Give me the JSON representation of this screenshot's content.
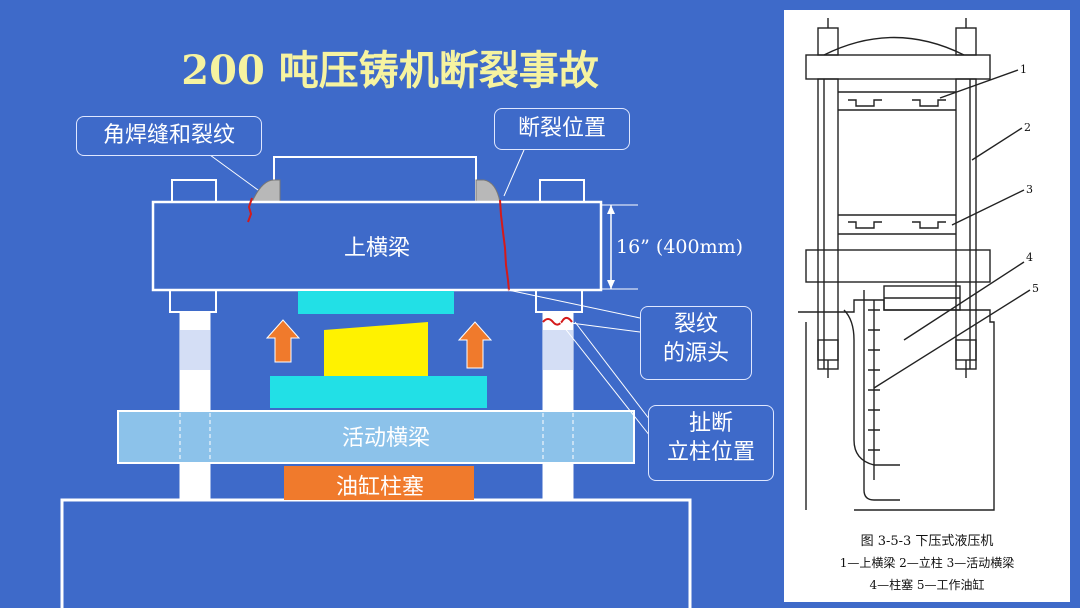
{
  "slide": {
    "title": "200 吨压铸机断裂事故",
    "background": "#3e6ac9"
  },
  "callouts": {
    "fillet_weld": "角焊缝和裂纹",
    "fracture_location": "断裂位置",
    "crack_origin_line1": "裂纹",
    "crack_origin_line2": "的源头",
    "column_break_line1": "扯断",
    "column_break_line2": "立柱位置"
  },
  "diagram": {
    "upper_beam": "上横梁",
    "thickness": "16” (400mm)",
    "moving_beam": "活动横梁",
    "cylinder_plunger": "油缸柱塞"
  },
  "figure": {
    "labels": [
      "1",
      "2",
      "3",
      "4",
      "5"
    ],
    "caption_title": "图 3-5-3    下压式液压机",
    "legend_line1": "1—上横梁   2—立柱   3—活动横梁",
    "legend_line2": "4—柱塞   5—工作油缸"
  },
  "colors": {
    "crack": "#d41a1a",
    "arrow": "#f07a2c",
    "plunger": "#f07a2c",
    "die_cyan": "#22e0e6",
    "wedge_yellow": "#fff200",
    "moving_beam": "#8cc2ea",
    "title": "#f6f3a0"
  }
}
